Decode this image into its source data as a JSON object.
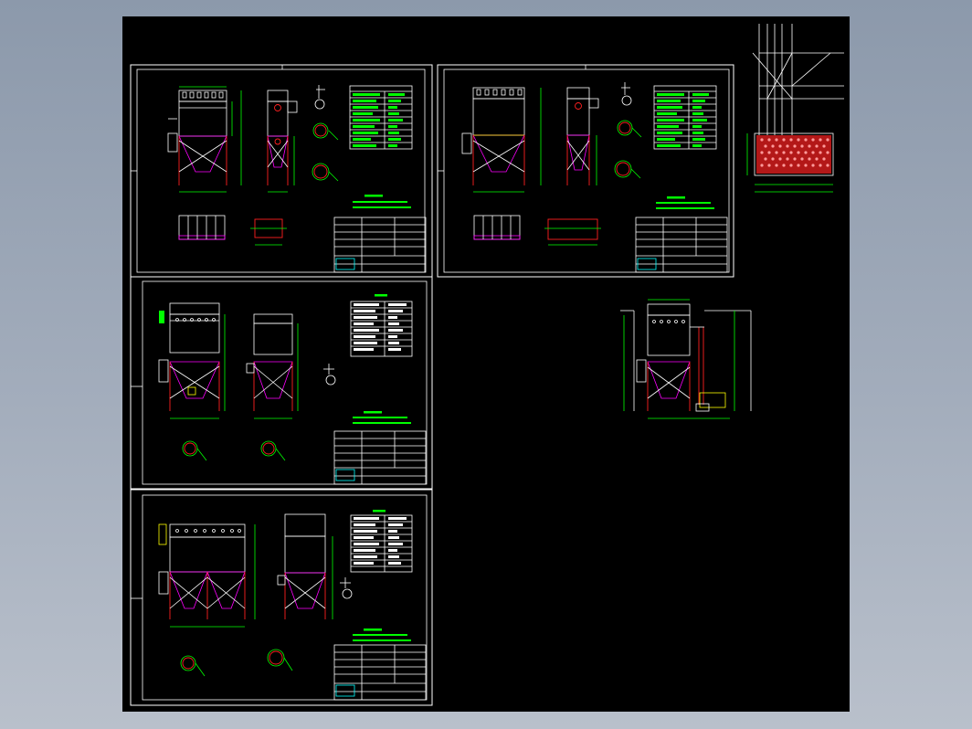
{
  "app": {
    "title": ""
  },
  "sheets": [
    {
      "id": "sheet-1"
    },
    {
      "id": "sheet-2"
    },
    {
      "id": "sheet-3"
    },
    {
      "id": "sheet-4"
    }
  ],
  "colors": {
    "background": "#000000",
    "frame": "#ffffff",
    "dimension": "#00ff00",
    "hopper": "#ff00ff",
    "leg": "#ff2020",
    "accent": "#ffff00"
  }
}
